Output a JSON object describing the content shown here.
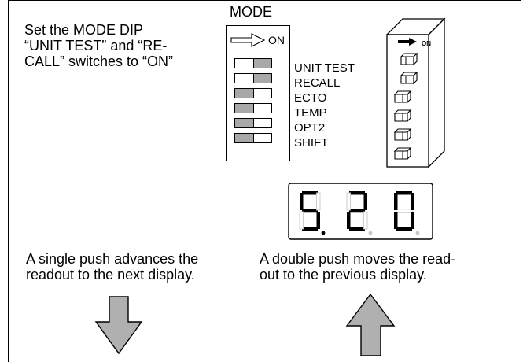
{
  "instruction": "Set the MODE DIP\n“UNIT TEST” and “RE-\nCALL” switches to “ON”",
  "mode_title": "MODE",
  "on_label": "ON",
  "on_label_small": "ON",
  "switches": [
    {
      "label": "UNIT TEST",
      "on": true
    },
    {
      "label": "RECALL",
      "on": true
    },
    {
      "label": "ECTO",
      "on": false
    },
    {
      "label": "TEMP",
      "on": false
    },
    {
      "label": "OPT2",
      "on": false
    },
    {
      "label": "SHIFT",
      "on": false
    }
  ],
  "display_readout": "S20",
  "single_push_text": "A single push advances the\nreadout to the next display.",
  "double_push_text": "A double push moves the read-\nout to the previous display.",
  "colors": {
    "switch_gray": "#a8a8a8",
    "arrow_gray": "#b0b0b0",
    "inactive_segment": "#c8c8c8"
  },
  "icons": {
    "down_arrow": "down-arrow-icon",
    "up_arrow": "up-arrow-icon",
    "on_arrow": "right-arrow-icon"
  }
}
